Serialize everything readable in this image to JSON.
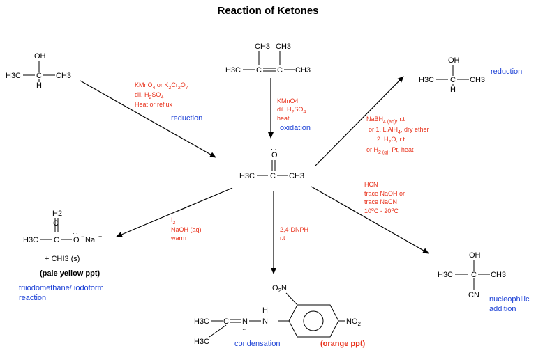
{
  "title": "Reaction of Ketones",
  "molecules": {
    "center": {
      "o": "O",
      "h3c": "H3C",
      "c": "C",
      "ch3": "CH3"
    },
    "top_left": {
      "oh": "OH",
      "h3c": "H3C",
      "c": "C",
      "h": "H",
      "ch3": "CH3"
    },
    "top_center": {
      "ch3a": "CH3",
      "ch3b": "CH3",
      "h3c": "H3C",
      "c1": "C",
      "c2": "C",
      "ch3": "CH3"
    },
    "top_right": {
      "oh": "OH",
      "h3c": "H3C",
      "c": "C",
      "h": "H",
      "ch3": "CH3"
    },
    "left": {
      "h2": "H2",
      "c1": "C",
      "h3c": "H3C",
      "c2": "C",
      "o": "O",
      "na": "Na",
      "chi3": "+ CHI3 (s)"
    },
    "right": {
      "oh": "OH",
      "h3c": "H3C",
      "c": "C",
      "ch3": "CH3",
      "cn": "CN"
    },
    "bottom": {
      "no2_top": "O2N",
      "no2_right": "NO2",
      "h3c_a": "H3C",
      "h3c_b": "H3C",
      "c": "C",
      "n1": "N",
      "n2": "N",
      "h": "H"
    }
  },
  "reactions": {
    "top_left": {
      "reagents": [
        "KMnO4 or K2Cr2O7",
        "dil. H2SO4",
        "Heat or reflux"
      ],
      "type": "reduction"
    },
    "top_center": {
      "reagents": [
        "KMnO4",
        "dil. H2SO4",
        "heat"
      ],
      "type": "oxidation"
    },
    "top_right": {
      "reagents": [
        "NaBH4 (aq), r.t",
        "or 1. LiAlH4, dry ether",
        "2. H2O, r.t",
        "or H2 (g), Pt, heat"
      ],
      "type": "reduction"
    },
    "left": {
      "reagents": [
        "I2",
        "NaOH (aq)",
        "warm"
      ],
      "product_note": "(pale yellow ppt)",
      "type": "triiodomethane/ iodoform reaction"
    },
    "bottom": {
      "reagents": [
        "2,4-DNPH",
        "r.t"
      ],
      "type": "condensation",
      "product_note": "(orange ppt)"
    },
    "right": {
      "reagents": [
        "HCN",
        "trace NaOH  or",
        "trace NaCN",
        "10oC - 20oC"
      ],
      "type": "nucleophilic addition"
    }
  },
  "colors": {
    "reagent": "#e8321c",
    "type_label": "#1a3fd6",
    "text": "#000000"
  }
}
